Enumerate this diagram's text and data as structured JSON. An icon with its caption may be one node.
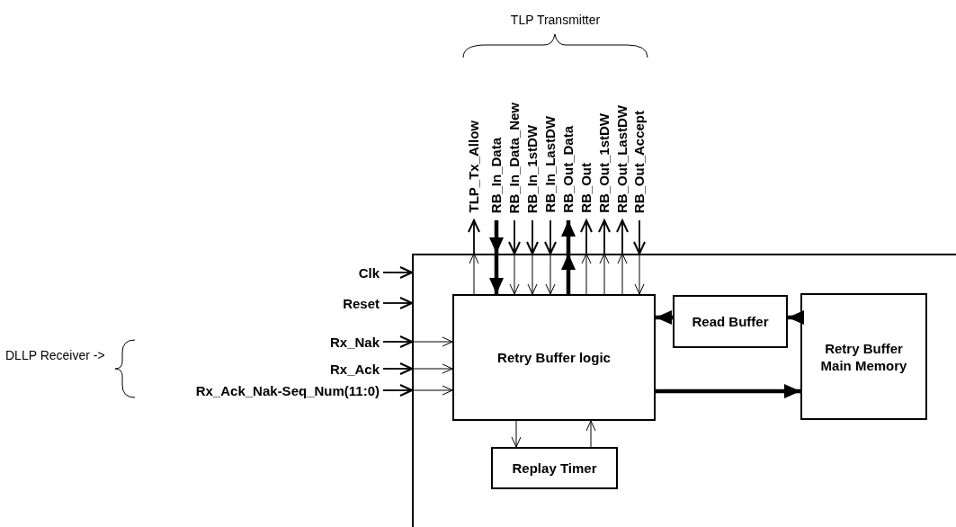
{
  "diagram": {
    "nodes": [
      {
        "text": [],
        "shape": "box"
      },
      {
        "text": [
          "Retry Buffer logic"
        ],
        "in": 0
      },
      {
        "text": [
          "Read Buffer"
        ],
        "in": 0
      },
      {
        "text": [
          "Retry Buffer Main Memory"
        ],
        "in": 0
      },
      {
        "text": [
          "Replay Timer"
        ],
        "in": 0
      },
      {
        "text": [
          "Clk"
        ]
      },
      {
        "text": [
          "Reset"
        ]
      },
      {
        "text": [
          "Rx_Nak"
        ]
      },
      {
        "text": [
          "Rx_Ack"
        ]
      },
      {
        "text": [
          "Rx_Ack_Nak-Seq_Num(11:0)"
        ]
      },
      {
        "text": [
          "TLP_Tx_Allow"
        ]
      },
      {
        "text": [
          "RB_In_Data"
        ]
      },
      {
        "text": [
          "RB_In_Data_New"
        ]
      },
      {
        "text": [
          "RB_In_1stDW"
        ]
      },
      {
        "text": [
          "RB_In_LastDW"
        ]
      },
      {
        "text": [
          "RB_Out_Data"
        ]
      },
      {
        "text": [
          "RB_Out"
        ]
      },
      {
        "text": [
          "RB_Out_1stDW"
        ]
      },
      {
        "text": [
          "RB_Out_LastDW"
        ]
      },
      {
        "text": [
          "RB_Out_Accept"
        ]
      }
    ],
    "edges": [
      {
        "from": 5,
        "to": 0,
        "arrow": "to"
      },
      {
        "from": 6,
        "to": 0,
        "arrow": "to"
      },
      {
        "from": 7,
        "to": 0,
        "arrow": "to"
      },
      {
        "from": 8,
        "to": 0,
        "arrow": "to"
      },
      {
        "from": 9,
        "to": 0,
        "arrow": "to"
      },
      {
        "from": null,
        "to": 1,
        "arrow": "to"
      },
      {
        "from": null,
        "to": 1,
        "arrow": "to"
      },
      {
        "from": null,
        "to": 1,
        "arrow": "to"
      },
      {
        "from": 0,
        "to": 10,
        "arrow": "to"
      },
      {
        "from": 11,
        "to": 0,
        "arrow": "to",
        "style": "thick"
      },
      {
        "from": 12,
        "to": 0,
        "arrow": "to"
      },
      {
        "from": 13,
        "to": 0,
        "arrow": "to"
      },
      {
        "from": 14,
        "to": 0,
        "arrow": "to"
      },
      {
        "from": 0,
        "to": 15,
        "arrow": "to",
        "style": "thick"
      },
      {
        "from": 0,
        "to": 16,
        "arrow": "to"
      },
      {
        "from": 0,
        "to": 17,
        "arrow": "to"
      },
      {
        "from": 0,
        "to": 18,
        "arrow": "to"
      },
      {
        "from": 19,
        "to": 0,
        "arrow": "to"
      },
      {
        "from": 1,
        "to": null,
        "arrow": "to"
      },
      {
        "from": null,
        "to": 1,
        "arrow": "to",
        "style": "thick"
      },
      {
        "from": null,
        "to": 1,
        "arrow": "to"
      },
      {
        "from": null,
        "to": 1,
        "arrow": "to"
      },
      {
        "from": null,
        "to": 1,
        "arrow": "to"
      },
      {
        "from": 1,
        "to": null,
        "arrow": "to",
        "style": "thick"
      },
      {
        "from": 1,
        "to": null,
        "arrow": "to"
      },
      {
        "from": 1,
        "to": null,
        "arrow": "to"
      },
      {
        "from": 1,
        "to": null,
        "arrow": "to"
      },
      {
        "from": null,
        "to": 1,
        "arrow": "to"
      },
      {
        "from": 2,
        "to": 1,
        "arrow": "to",
        "style": "thick"
      },
      {
        "from": 3,
        "to": 2,
        "arrow": "to",
        "style": "thick"
      },
      {
        "from": 1,
        "to": 3,
        "arrow": "to",
        "style": "thick"
      },
      {
        "from": 1,
        "to": 4,
        "arrow": "to"
      },
      {
        "from": 4,
        "to": 1,
        "arrow": "to"
      }
    ],
    "labels": [
      "TLP Transmitter",
      "DLLP Receiver ->"
    ]
  }
}
